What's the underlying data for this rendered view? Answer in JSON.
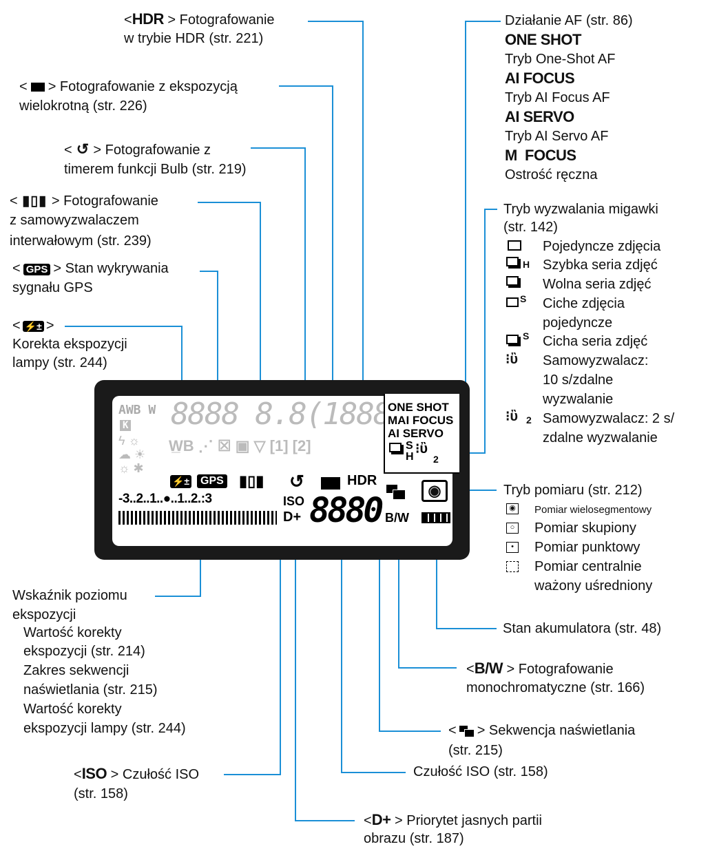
{
  "hdr": {
    "sym": "HDR",
    "l1": "> Fotografowanie",
    "l2": "w trybie HDR (str. 221)"
  },
  "multi": {
    "l1": "> Fotografowanie z ekspozycją",
    "l2": "wielokrotną (str. 226)"
  },
  "bulb": {
    "l1": "> Fotografowanie z",
    "l2": "timerem funkcji Bulb (str. 219)"
  },
  "interval": {
    "l1": "> Fotografowanie",
    "l2": "z samowyzwalaczem",
    "l3": "interwałowym (str. 239)"
  },
  "gps": {
    "sym": "GPS",
    "l1": "> Stan wykrywania",
    "l2": "sygnału GPS"
  },
  "flash": {
    "l1": ">",
    "l2": "Korekta ekspozycji",
    "l3": "lampy (str. 244)"
  },
  "af": {
    "title": "Działanie AF (str. 86)",
    "items": [
      {
        "code": "ONE SHOT",
        "desc": "Tryb One-Shot AF"
      },
      {
        "code": "AI FOCUS",
        "desc": "Tryb AI Focus AF"
      },
      {
        "code": "AI SERVO",
        "desc": "Tryb AI Servo AF"
      },
      {
        "code": "M  FOCUS",
        "desc": "Ostrość ręczna"
      }
    ]
  },
  "drive": {
    "title1": "Tryb wyzwalania migawki",
    "title2": "(str. 142)",
    "items": [
      {
        "icon": "single-shot-icon",
        "lines": [
          "Pojedyncze zdjęcia"
        ]
      },
      {
        "icon": "high-speed-continuous-icon",
        "sub": "H",
        "lines": [
          "Szybka seria zdjęć"
        ]
      },
      {
        "icon": "low-speed-continuous-icon",
        "lines": [
          "Wolna seria zdjęć"
        ]
      },
      {
        "icon": "silent-single-icon",
        "sub": "S",
        "lines": [
          "Ciche zdjęcia",
          "pojedyncze"
        ]
      },
      {
        "icon": "silent-continuous-icon",
        "sub": "S",
        "lines": [
          "Cicha seria zdjęć"
        ]
      },
      {
        "icon": "self-timer-10s-icon",
        "lines": [
          "Samowyzwalacz:",
          "10 s/zdalne",
          "wyzwalanie"
        ]
      },
      {
        "icon": "self-timer-2s-icon",
        "sub": "2",
        "lines": [
          "Samowyzwalacz: 2 s/",
          "zdalne wyzwalanie"
        ]
      }
    ]
  },
  "metering": {
    "title": "Tryb pomiaru (str. 212)",
    "items": [
      {
        "icon": "evaluative-metering-icon",
        "label": "Pomiar wielosegmentowy"
      },
      {
        "icon": "partial-metering-icon",
        "label": "Pomiar skupiony"
      },
      {
        "icon": "spot-metering-icon",
        "label": "Pomiar punktowy"
      },
      {
        "icon": "center-weighted-metering-icon",
        "label": "Pomiar centralnie",
        "label2": "ważony uśredniony"
      }
    ]
  },
  "battery": "Stan akumulatora (str. 48)",
  "bw": {
    "sym": "B/W",
    "l1": "> Fotografowanie",
    "l2": "monochromatyczne (str. 166)"
  },
  "bracket": {
    "l1": "> Sekwencja naświetlania",
    "l2": "(str. 215)"
  },
  "iso_value": "Czułość ISO (str. 158)",
  "dplus": {
    "sym": "D+",
    "l1": "> Priorytet jasnych partii",
    "l2": "obrazu (str. 187)"
  },
  "iso": {
    "sym": "ISO",
    "l1": "> Czułość ISO",
    "l2": "(str. 158)"
  },
  "exposure": {
    "title1": "Wskaźnik poziomu",
    "title2": "ekspozycji",
    "lines": [
      "Wartość korekty",
      "ekspozycji (str. 214)",
      "Zakres sekwencji",
      "naświetlania (str. 215)",
      "Wartość korekty",
      "ekspozycji lampy (str. 244)"
    ]
  },
  "lcd": {
    "af_lines": [
      "ONE SHOT",
      "MAI FOCUS",
      "AI SERVO"
    ],
    "scale": "-3..2..1..●..1..2.:3",
    "iso": "ISO",
    "dplus": "D+",
    "digits": "8880",
    "bw": "B/W",
    "hdr": "HDR",
    "gps": "GPS",
    "top_digits": "8888 8.8(1888)",
    "wb": "AWB W",
    "k": "K",
    "drive_h": "H",
    "drive_s": "S",
    "timer_2": "2"
  },
  "lt": "<",
  "colors": {
    "leader": "#1a8fd6",
    "lcd": "#1a1a1a"
  }
}
